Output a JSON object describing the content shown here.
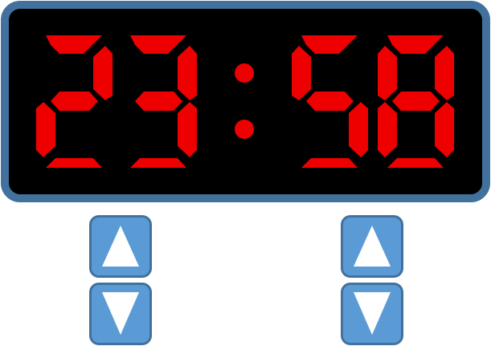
{
  "clock": {
    "time_display": "23:58",
    "hours": "23",
    "minutes": "58",
    "separator": ":",
    "digits": [
      "2",
      "3",
      "5",
      "8"
    ]
  },
  "controls": {
    "hours_up_label": "Increase hours",
    "hours_down_label": "Decrease hours",
    "minutes_up_label": "Increase minutes",
    "minutes_down_label": "Decrease minutes"
  },
  "icons": {
    "up": "triangle-up-icon",
    "down": "triangle-down-icon"
  },
  "colors": {
    "segment_on": "#EE0000",
    "display_background": "#000000",
    "frame_border": "#41719C",
    "button_fill": "#5B9BD5",
    "button_border": "#41719C",
    "arrow": "#FFFFFF"
  }
}
